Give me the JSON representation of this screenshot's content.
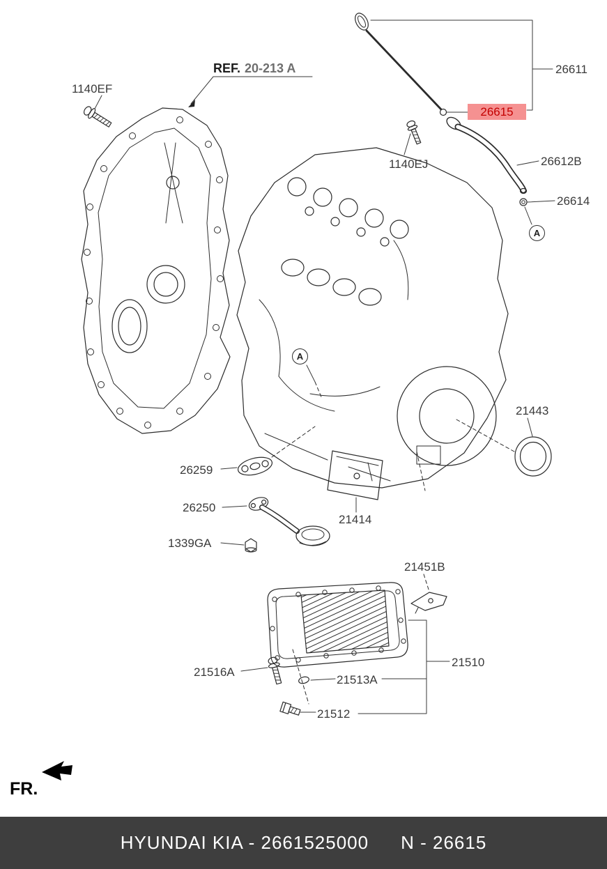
{
  "diagram": {
    "ref_label_bold": "REF.",
    "ref_label_rest": "20-213 A",
    "marker": "A",
    "fr_label": "FR.",
    "highlight_color": "#f59191",
    "highlight_text_color": "#c40000",
    "parts": {
      "p1140EF": "1140EF",
      "p26611": "26611",
      "p26615": "26615",
      "p1140EJ": "1140EJ",
      "p26612B": "26612B",
      "p26614": "26614",
      "p21443": "21443",
      "p26259": "26259",
      "p26250": "26250",
      "p1339GA": "1339GA",
      "p21414": "21414",
      "p21451B": "21451B",
      "p21516A": "21516A",
      "p21513A": "21513A",
      "p21512": "21512",
      "p21510": "21510"
    }
  },
  "footer": {
    "left": "HYUNDAI  KIA - 2661525000",
    "right": "N - 26615"
  }
}
